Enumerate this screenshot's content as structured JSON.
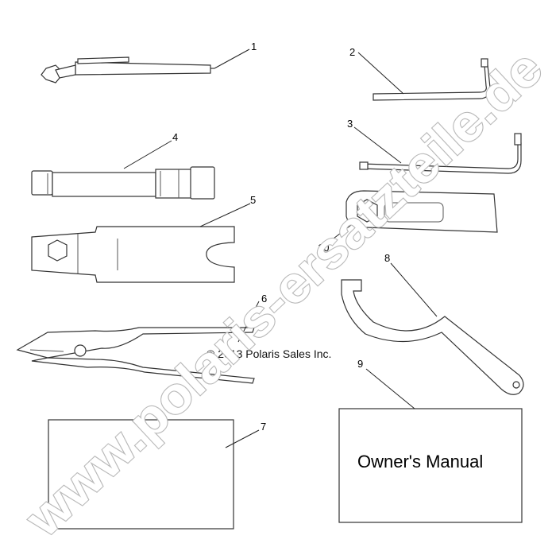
{
  "callouts": [
    "1",
    "2",
    "3",
    "4",
    "5",
    "6",
    "7",
    "8",
    "9",
    "10"
  ],
  "copyright": "© 2013 Polaris Sales Inc.",
  "manual_label": "Owner's Manual",
  "watermark": "www.polaris-ersatzteile.de"
}
